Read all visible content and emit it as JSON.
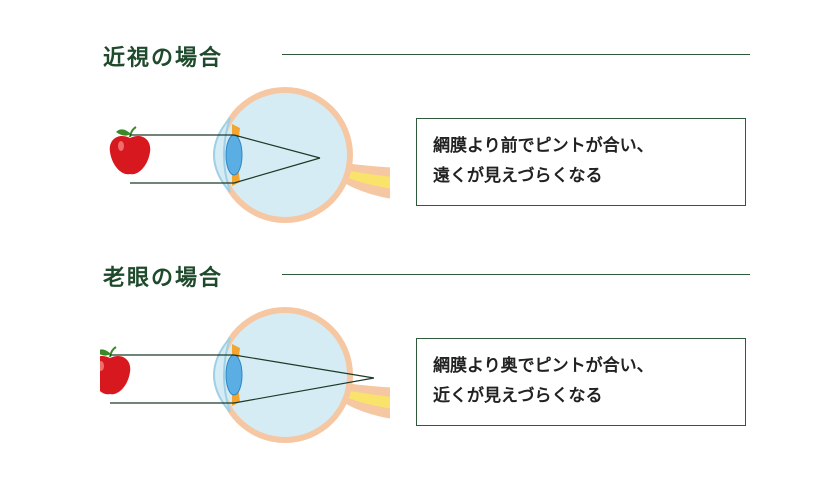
{
  "sections": [
    {
      "heading": "近視の場合",
      "note": [
        "網膜より前でピントが合い、",
        "遠くが見えづらくなる"
      ],
      "focus": "in-front-of-retina"
    },
    {
      "heading": "老眼の場合",
      "note": [
        "網膜より奥でピントが合い、",
        "近くが見えづらくなる"
      ],
      "focus": "behind-retina"
    }
  ],
  "icons": [
    "apple-icon",
    "eye-icon"
  ],
  "colors": {
    "heading": "#1f4a2c",
    "rule": "#2e5a3a",
    "eye_outer": "#f6c7a3",
    "eye_inner": "#d6ecf5",
    "lens": "#5aaee3",
    "optic_nerve": "#f9e36b",
    "apple": "#d7191f"
  }
}
